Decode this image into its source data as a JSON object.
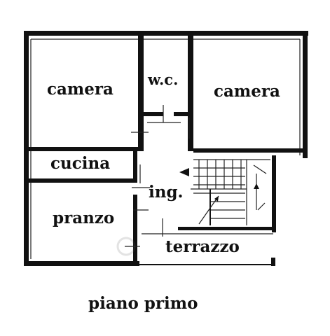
{
  "rooms": {
    "camera_left": "camera",
    "wc": "w.c.",
    "camera_right": "camera",
    "cucina": "cucina",
    "ingresso": "ing.",
    "pranzo": "pranzo",
    "terrazzo": "terrazzo"
  },
  "caption": "piano primo"
}
